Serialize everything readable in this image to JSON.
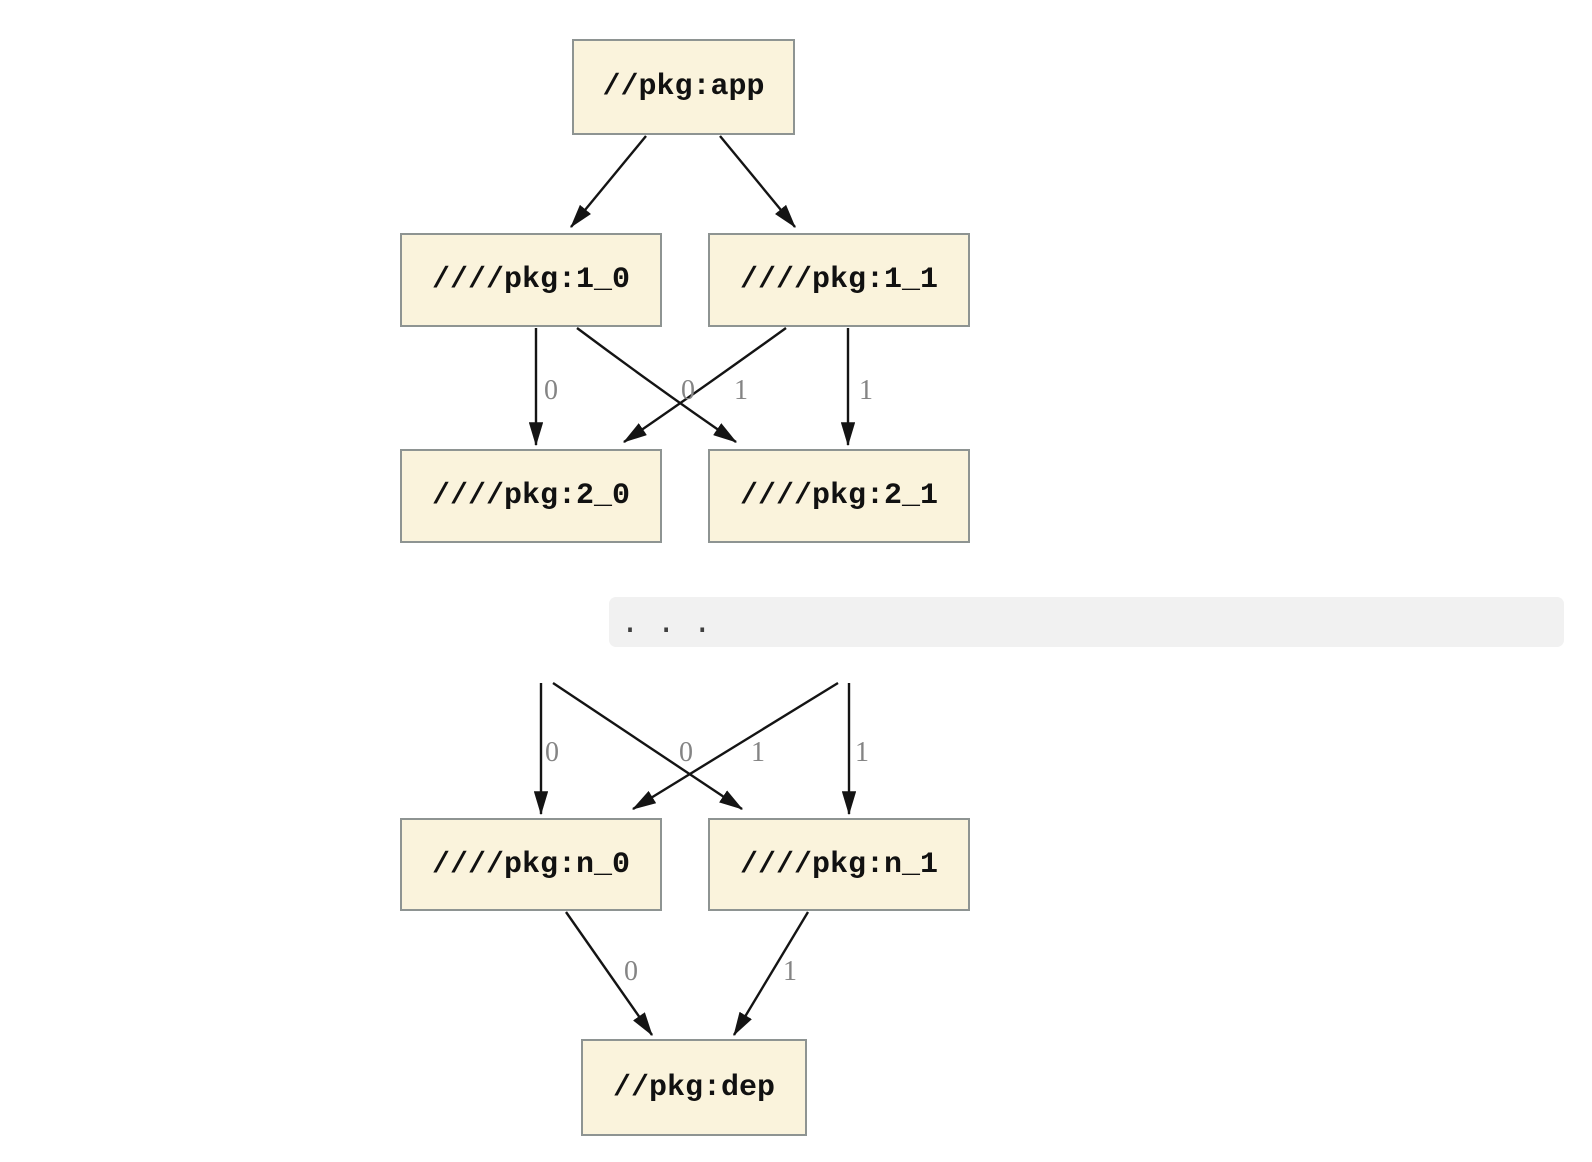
{
  "graph": {
    "nodes": {
      "app": {
        "label": "//pkg:app"
      },
      "n1_0": {
        "label": "////pkg:1_0"
      },
      "n1_1": {
        "label": "////pkg:1_1"
      },
      "n2_0": {
        "label": "////pkg:2_0"
      },
      "n2_1": {
        "label": "////pkg:2_1"
      },
      "nn_0": {
        "label": "////pkg:n_0"
      },
      "nn_1": {
        "label": "////pkg:n_1"
      },
      "dep": {
        "label": "//pkg:dep"
      }
    },
    "ellipsis": ". . .",
    "edges": [
      {
        "from": "//pkg:app",
        "to": "////pkg:1_0",
        "label": ""
      },
      {
        "from": "//pkg:app",
        "to": "////pkg:1_1",
        "label": ""
      },
      {
        "from": "////pkg:1_0",
        "to": "////pkg:2_0",
        "label": "0"
      },
      {
        "from": "////pkg:1_1",
        "to": "////pkg:2_0",
        "label": "0"
      },
      {
        "from": "////pkg:1_0",
        "to": "////pkg:2_1",
        "label": "1"
      },
      {
        "from": "////pkg:1_1",
        "to": "////pkg:2_1",
        "label": "1"
      },
      {
        "from": "...",
        "to": "////pkg:n_0",
        "label": "0"
      },
      {
        "from": "...",
        "to": "////pkg:n_0",
        "label": "0"
      },
      {
        "from": "...",
        "to": "////pkg:n_1",
        "label": "1"
      },
      {
        "from": "...",
        "to": "////pkg:n_1",
        "label": "1"
      },
      {
        "from": "////pkg:n_0",
        "to": "//pkg:dep",
        "label": "0"
      },
      {
        "from": "////pkg:n_1",
        "to": "//pkg:dep",
        "label": "1"
      }
    ]
  },
  "colors": {
    "node_fill": "#faf3dc",
    "node_border": "#8e9492",
    "edge_color": "#141414",
    "edge_label_color": "#848484",
    "band_bg": "#f1f1f1",
    "ellipsis_color": "#3f3f3f"
  }
}
